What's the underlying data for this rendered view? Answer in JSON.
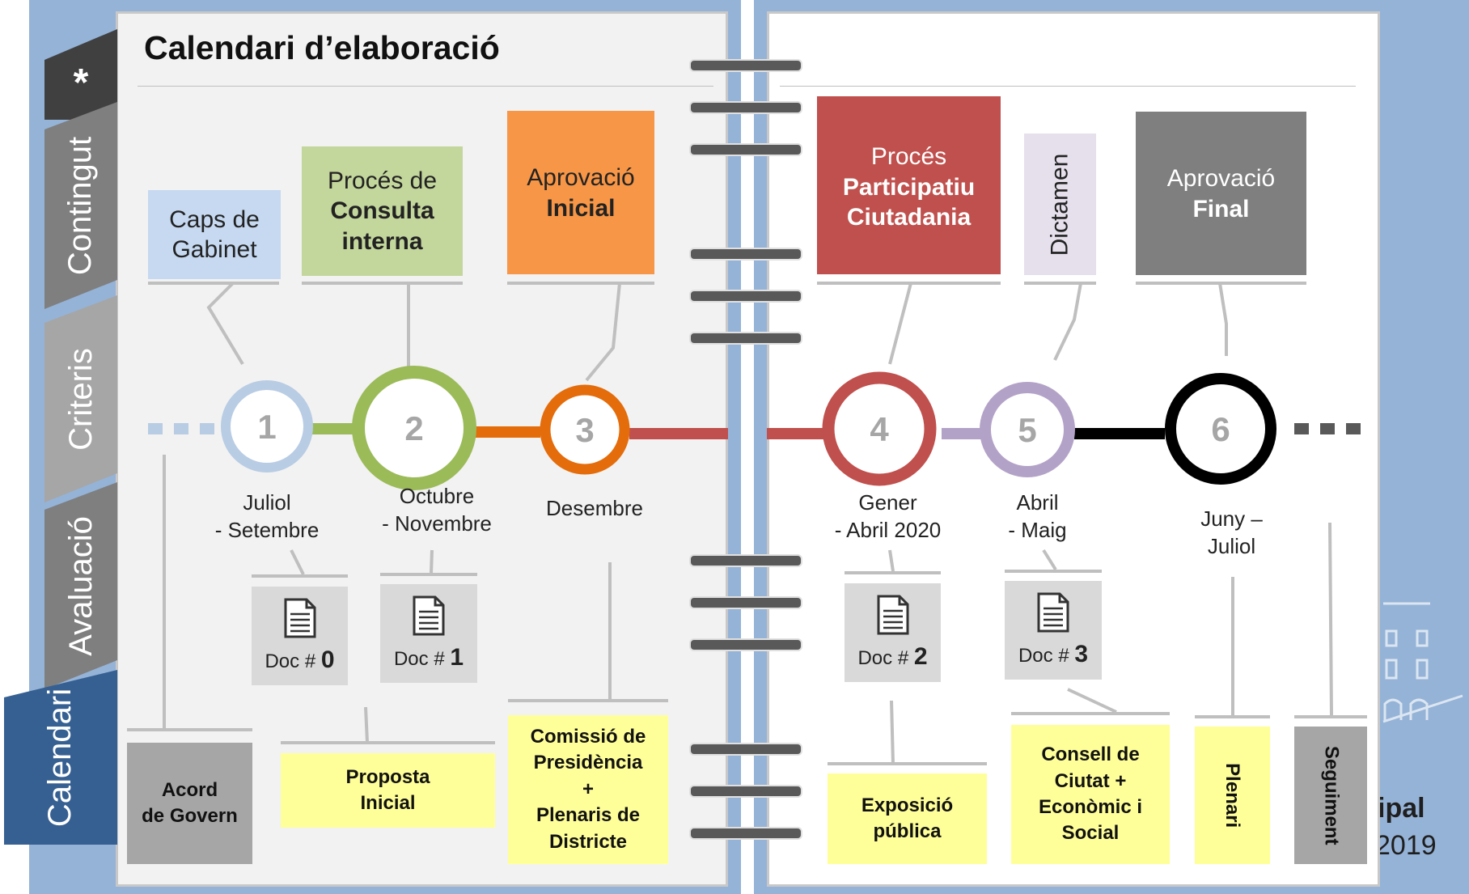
{
  "title": "Calendari d’elaboració",
  "tabs": [
    "*",
    "Contingut",
    "Criteris",
    "Avaluació",
    "Calendari"
  ],
  "stages": [
    {
      "lines": [
        "Caps de",
        "Gabinet"
      ],
      "bold_from": 9,
      "color": "#c6d9f1"
    },
    {
      "lines": [
        "Procés de",
        "Consulta",
        "interna"
      ],
      "color": "#c3d69b"
    },
    {
      "lines": [
        "Aprovació",
        "Inicial"
      ],
      "color": "#f79646"
    },
    {
      "lines": [
        "Procés",
        "Participatiu",
        "Ciutadania"
      ],
      "color": "#c0504d"
    },
    {
      "lines": [
        "Dictamen"
      ],
      "color": "#e6e0ec"
    },
    {
      "lines": [
        "Aprovació",
        "Final"
      ],
      "color": "#7f7f7f"
    }
  ],
  "milestones": [
    {
      "num": "1",
      "color": "#b8cce4"
    },
    {
      "num": "2",
      "color": "#9bbb59"
    },
    {
      "num": "3",
      "color": "#e46c0a"
    },
    {
      "num": "4",
      "color": "#c0504d"
    },
    {
      "num": "5",
      "color": "#b3a2c7"
    },
    {
      "num": "6",
      "color": "#000000"
    }
  ],
  "dates": [
    [
      "Juliol",
      "- Setembre"
    ],
    [
      "Octubre",
      "- Novembre"
    ],
    [
      "Desembre"
    ],
    [
      "Gener",
      "- Abril 2020"
    ],
    [
      "Abril",
      "- Maig"
    ],
    [
      "Juny –",
      "Juliol"
    ]
  ],
  "docs": [
    {
      "prefix": "Doc #",
      "num": "0"
    },
    {
      "prefix": "Doc #",
      "num": "1"
    },
    {
      "prefix": "Doc #",
      "num": "2"
    },
    {
      "prefix": "Doc #",
      "num": "3"
    }
  ],
  "footer_boxes": [
    {
      "lines": [
        "Acord",
        "de Govern"
      ],
      "color": "#a6a6a6"
    },
    {
      "lines": [
        "Proposta",
        "Inicial"
      ],
      "color": "#ffff99"
    },
    {
      "lines": [
        "Comissió de",
        "Presidència",
        "+",
        "Plenaris de",
        "Districte"
      ],
      "color": "#ffff99"
    },
    {
      "lines": [
        "Exposició",
        "pública"
      ],
      "color": "#ffff99"
    },
    {
      "lines": [
        "Consell de",
        "Ciutat +",
        "Econòmic i",
        "Social"
      ],
      "color": "#ffff99"
    },
    {
      "lines": [
        "Plenari"
      ],
      "color": "#ffff99"
    },
    {
      "lines": [
        "Seguiment"
      ],
      "color": "#a6a6a6"
    }
  ],
  "background_fragments": [
    "ipal",
    "2019"
  ]
}
